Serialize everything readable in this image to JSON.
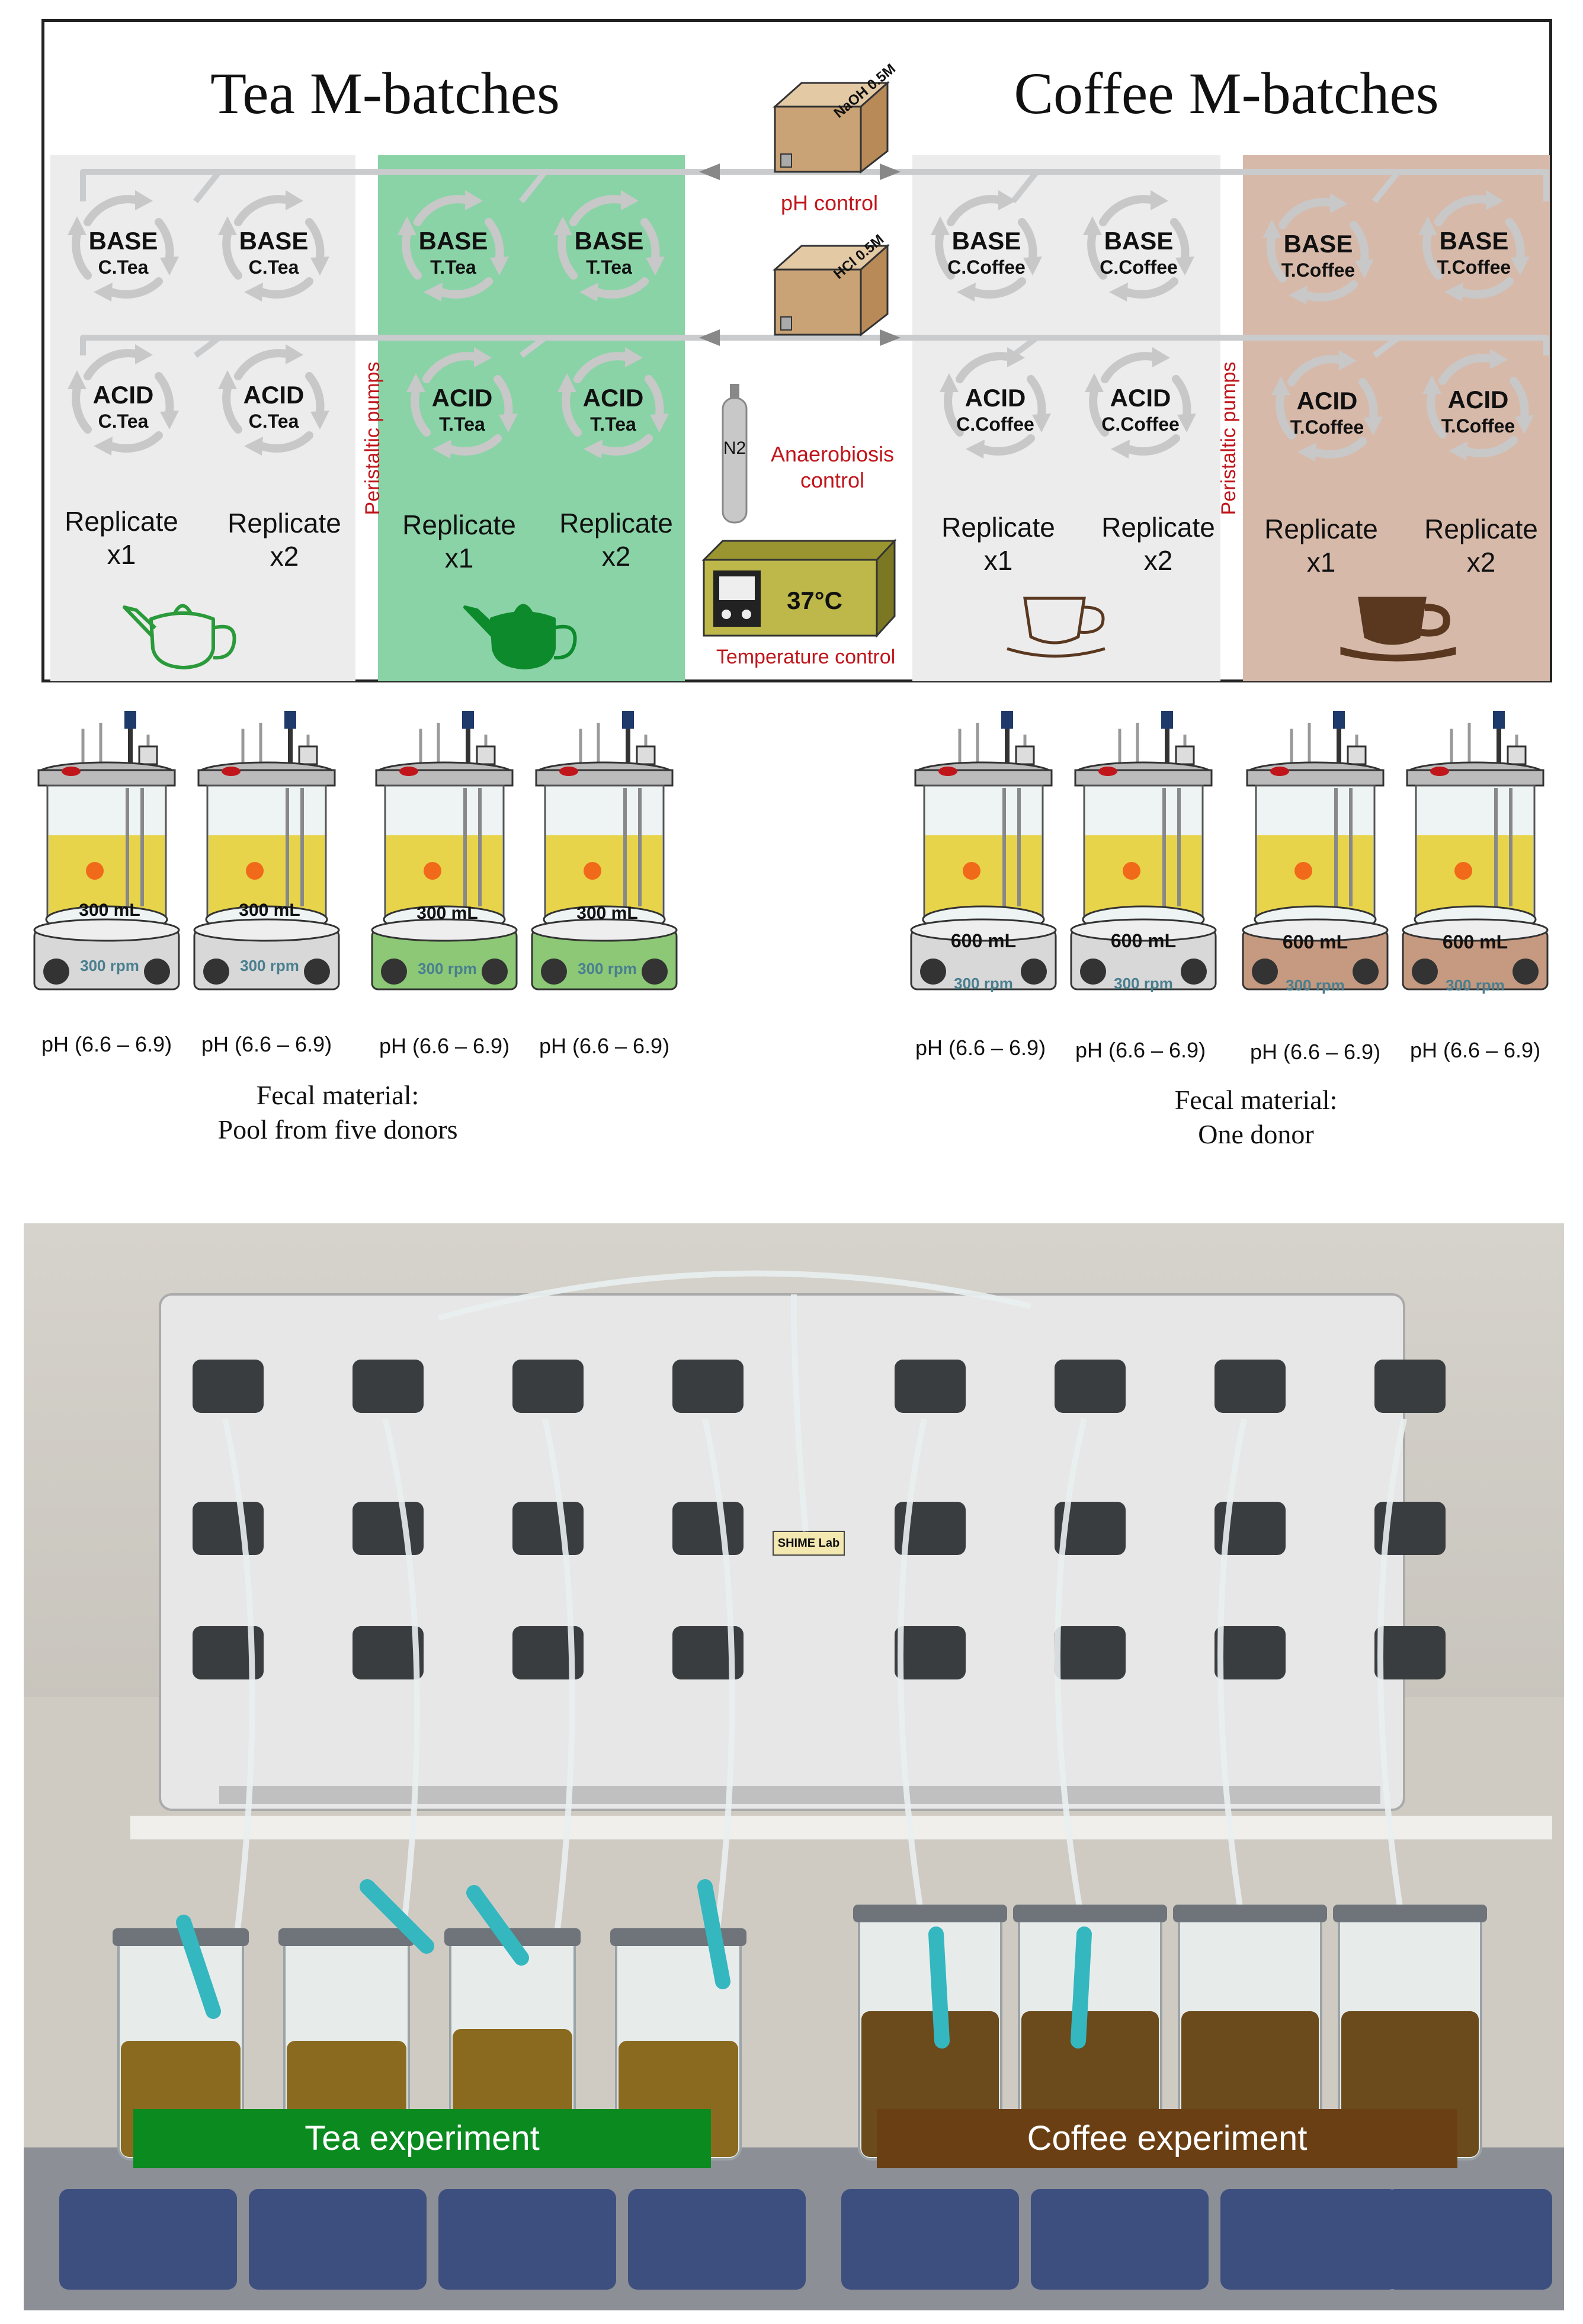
{
  "titles": {
    "tea": "Tea M-batches",
    "coffee": "Coffee M-batches"
  },
  "center": {
    "naoh_label": "NaOH 0.5M",
    "hcl_label": "HCl 0.5M",
    "ph_control": "pH control",
    "n2_label": "N2",
    "anaerobiosis": "Anaerobiosis control",
    "temperature_display": "37°C",
    "temperature_control": "Temperature control"
  },
  "peristaltic_label": "Peristaltic pumps",
  "panels": [
    {
      "id": "c-tea",
      "base_label": "BASE",
      "acid_label": "ACID",
      "sub": "C.Tea",
      "replicates": [
        "Replicate x1",
        "Replicate x2"
      ],
      "color": "#ececec",
      "icon": "teapot-outline-icon"
    },
    {
      "id": "t-tea",
      "base_label": "BASE",
      "acid_label": "ACID",
      "sub": "T.Tea",
      "replicates": [
        "Replicate x1",
        "Replicate x2"
      ],
      "color": "#8ad3a7",
      "icon": "teapot-filled-icon"
    },
    {
      "id": "c-coffee",
      "base_label": "BASE",
      "acid_label": "ACID",
      "sub": "C.Coffee",
      "replicates": [
        "Replicate x1",
        "Replicate x2"
      ],
      "color": "#ececec",
      "icon": "cup-outline-icon"
    },
    {
      "id": "t-coffee",
      "base_label": "BASE",
      "acid_label": "ACID",
      "sub": "T.Coffee",
      "replicates": [
        "Replicate x1",
        "Replicate x2"
      ],
      "color": "#d7b9aa",
      "icon": "cup-filled-icon"
    }
  ],
  "reactors": {
    "tea": {
      "volume": "300 mL",
      "stirrer": "300 rpm",
      "ph": "pH (6.6 – 6.9)"
    },
    "coffee": {
      "volume": "600 mL",
      "stirrer": "300 rpm",
      "ph": "pH (6.6 – 6.9)"
    }
  },
  "fecal": {
    "tea": {
      "line1": "Fecal material:",
      "line2": "Pool from five donors"
    },
    "coffee": {
      "line1": "Fecal material:",
      "line2": "One donor"
    }
  },
  "photo": {
    "brand_label": "SHIME Lab",
    "tea_banner": "Tea experiment",
    "coffee_banner": "Coffee experiment",
    "colors": {
      "tea_banner": "#0a8a1f",
      "coffee_banner": "#6b3f14"
    }
  }
}
